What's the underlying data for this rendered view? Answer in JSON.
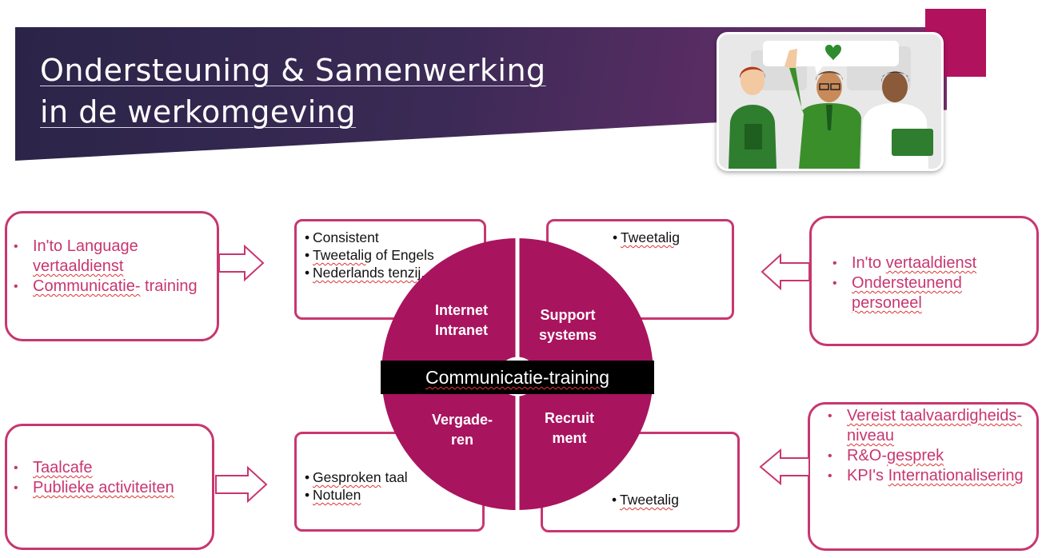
{
  "header": {
    "title_line1": "Ondersteuning & Samenwerking",
    "title_line2": "in de werkomgeving"
  },
  "colors": {
    "accent": "#b0125e",
    "box_border": "#c8366f",
    "circle": "#a9145f",
    "banner_dark": "#2b2448"
  },
  "left_top": {
    "items": [
      "In'to Language vertaaldienst",
      "Communicatie-training"
    ]
  },
  "left_bottom": {
    "items": [
      "Taalcafe",
      "Publieke activiteiten"
    ]
  },
  "right_top": {
    "items": [
      "In'to vertaaldienst",
      "Ondersteunend personeel"
    ]
  },
  "right_bottom": {
    "items": [
      "Vereist taalvaardigheids-niveau",
      "R&O-gesprek",
      "KPI's Internationalisering"
    ]
  },
  "inner_top_left": {
    "items": [
      "Consistent",
      "Tweetalig of Engels",
      "Nederlands tenzij.."
    ]
  },
  "inner_top_right": {
    "items": [
      "Tweetalig"
    ]
  },
  "inner_bottom_left": {
    "items": [
      "Gesproken taal",
      "Notulen"
    ]
  },
  "inner_bottom_right": {
    "items": [
      "Tweetalig"
    ]
  },
  "circle": {
    "q_top_left": "Internet Intranet",
    "q_top_right": "Support systems",
    "q_bottom_left": "Vergade-ren",
    "q_bottom_right": "Recruit ment",
    "center": "Communicatie-training"
  }
}
